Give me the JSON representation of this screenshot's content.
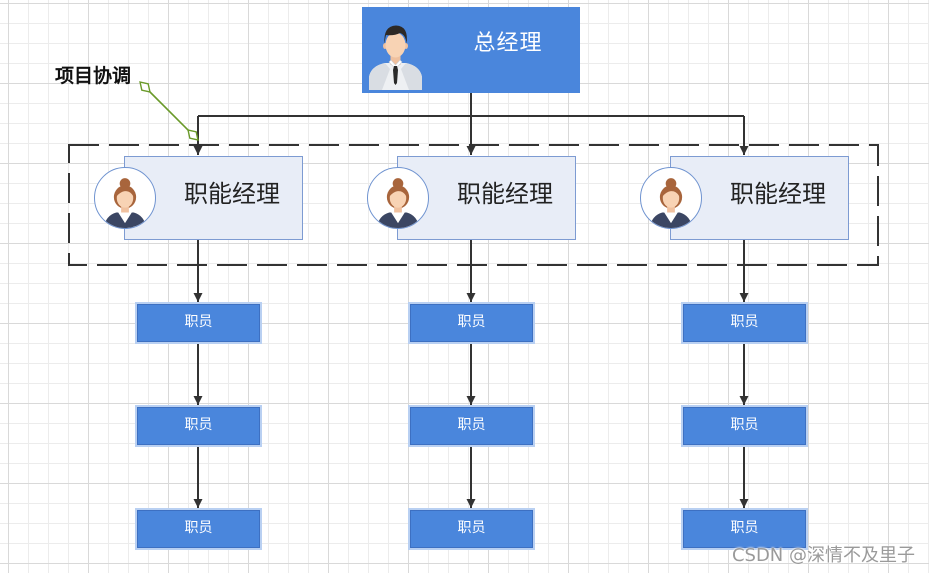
{
  "general_manager": {
    "label": "总经理",
    "icon": "male-avatar-icon"
  },
  "coordination": {
    "label": "项目协调"
  },
  "functional_managers": [
    {
      "label": "职能经理",
      "icon": "female-avatar-icon",
      "staff": [
        "职员",
        "职员",
        "职员"
      ]
    },
    {
      "label": "职能经理",
      "icon": "female-avatar-icon",
      "staff": [
        "职员",
        "职员",
        "职员"
      ]
    },
    {
      "label": "职能经理",
      "icon": "female-avatar-icon",
      "staff": [
        "职员",
        "职员",
        "职员"
      ]
    }
  ],
  "watermark": "CSDN @深情不及里子",
  "colors": {
    "primary_box": "#4a86dc",
    "manager_box": "#e8edf7",
    "manager_border": "#7d9bd2",
    "connector": "#333333",
    "coordination_line": "#6a9a2a",
    "dashed_group": "#333333"
  }
}
